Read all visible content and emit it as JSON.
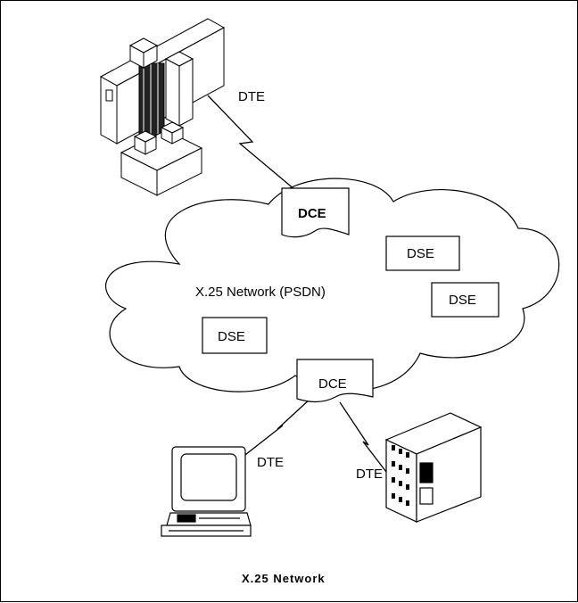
{
  "caption": "X.25 Network",
  "network_label": "X.25 Network (PSDN)",
  "dte_labels": {
    "mainframe": "DTE",
    "pc": "DTE",
    "server": "DTE"
  },
  "dce_labels": {
    "top": "DCE",
    "bottom": "DCE"
  },
  "dse_labels": [
    "DSE",
    "DSE",
    "DSE"
  ],
  "colors": {
    "stroke": "#000000",
    "fill": "#ffffff"
  },
  "icons": {
    "mainframe": "mainframe-icon",
    "pc": "computer-icon",
    "server": "server-tower-icon"
  }
}
